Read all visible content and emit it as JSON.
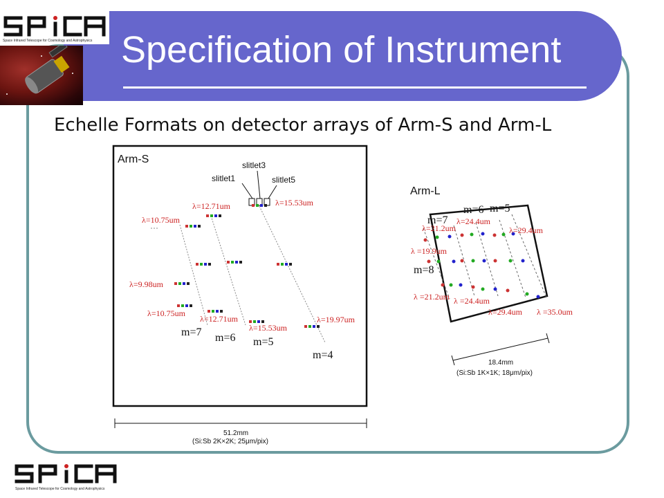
{
  "slide": {
    "title": "Specification of Instrument",
    "subtitle": "Echelle Formats on detector arrays of Arm-S and Arm-L"
  },
  "logo": {
    "name": "SPICA",
    "tagline": "Space Infrared Telescope for Cosmology and Astrophysics"
  },
  "arm_s": {
    "label": "Arm-S",
    "slitlets": [
      "slitlet1",
      "slitlet3",
      "slitlet5"
    ],
    "wavelengths": {
      "top_m4": "λ=15.53um",
      "top_m5": "λ=12.71um",
      "top_m6": "λ=10.75um",
      "mid_m7": "λ=9.98um",
      "bot_m7": "λ=10.75um",
      "bot_m6": "λ=12.71um",
      "bot_m5": "λ=15.53um",
      "bot_m4": "λ=19.97um"
    },
    "orders": [
      "m=7",
      "m=6",
      "m=5",
      "m=4"
    ],
    "dimension": "51.2mm",
    "detector": "(Si:Sb  2K×2K; 25μm/pix)"
  },
  "arm_l": {
    "label": "Arm-L",
    "orders": [
      "m=6",
      "m=5",
      "m=7",
      "m=8"
    ],
    "wavelengths": {
      "top_m7": "λ=21.2um",
      "top_m6": "λ=24.4um",
      "top_m5": "λ=29.4um",
      "mid_m8": "λ =19.9um",
      "bot_m8": "λ =21.2um",
      "bot_m7": "λ =24.4um",
      "bot_m6": "λ=29.4um",
      "bot_m5": "λ =35.0um"
    },
    "dimension": "18.4mm",
    "detector": "(Si:Sb 1K×1K; 18μm/pix)"
  },
  "colors": {
    "title_bar": "#6666cc",
    "frame": "#6b9b9f",
    "label_red": "#cc2222"
  }
}
